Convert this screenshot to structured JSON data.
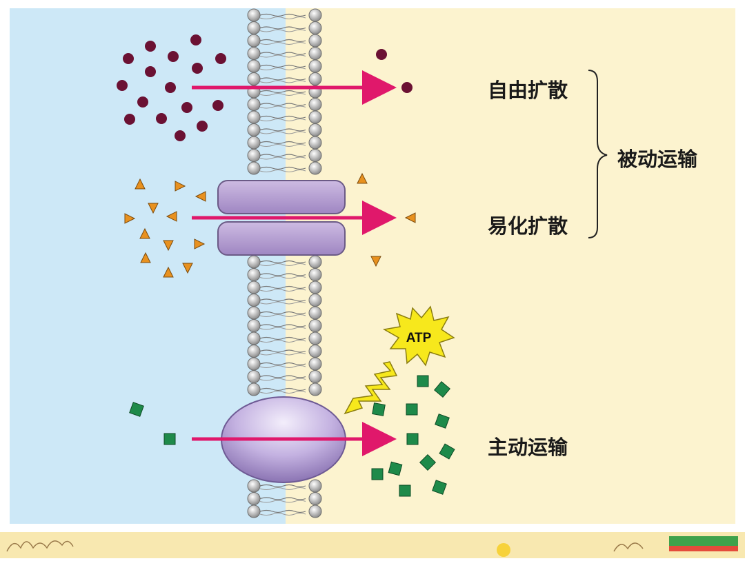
{
  "labels": {
    "free_diffusion": "自由扩散",
    "facilitated_diffusion": "易化扩散",
    "passive_transport": "被动运输",
    "active_transport": "主动运输",
    "atp": "ATP"
  },
  "colors": {
    "outside": "#cde8f7",
    "inside": "#fcf3cf",
    "lipid_head": "#c8c8c8",
    "molecule": "#6b1133",
    "ion": "#e8911f",
    "square": "#1e8a4a",
    "channel": "#b9a3d3",
    "carrier": "#c9b7e6",
    "arrow": "#e0186b",
    "atp": "#f7e81c"
  },
  "icons": [
    "lipid-bilayer-icon",
    "channel-protein-icon",
    "carrier-protein-icon",
    "atp-burst-icon",
    "lightning-icon"
  ]
}
